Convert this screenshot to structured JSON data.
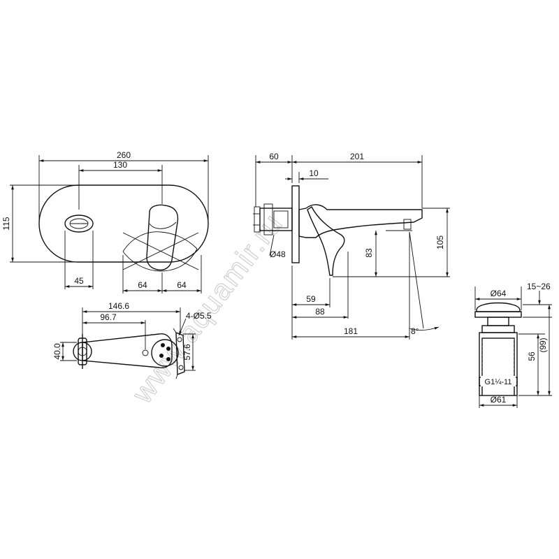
{
  "watermark": "www.aquamir.ru",
  "front_view": {
    "overall_width": "260",
    "centers_distance": "130",
    "height": "115",
    "offset_left": "45",
    "half_left": "64",
    "half_right": "64"
  },
  "mount_view": {
    "length": "146.6",
    "inner_length": "96.7",
    "holes": "4-Ø5.5",
    "left_height": "40.0",
    "right_height": "57.6"
  },
  "side_view": {
    "depth": "60",
    "spout_length": "201",
    "plate_thickness": "10",
    "body_diameter": "Ø48",
    "outlet_height": "83",
    "total_height": "105",
    "lever_reach": "59",
    "lever_total": "88",
    "spout_reach": "181",
    "angle": "8°"
  },
  "drain_view": {
    "cap_diameter": "Ø64",
    "range": "15~26",
    "total_height": "(99)",
    "body_height": "56",
    "thread_label": "G1¼-11",
    "base_diameter": "Ø61"
  }
}
